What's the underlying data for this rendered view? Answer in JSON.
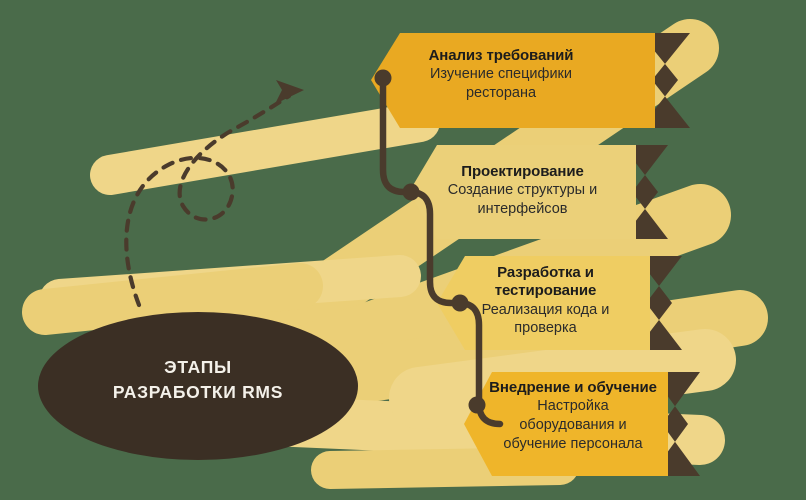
{
  "diagram": {
    "title": "ЭТАПЫ РАЗРАБОТКИ RMS",
    "hub": {
      "line1": "ЭТАПЫ",
      "line2": "РАЗРАБОТКИ RMS"
    },
    "arrow": {
      "name": "dashed-loop-arrow"
    },
    "steps": [
      {
        "index": 1,
        "title": "Анализ требований",
        "desc_line1": "Изучение специфики",
        "desc_line2": "ресторана",
        "fill": "#E9A922",
        "tail": "#4A3B2C"
      },
      {
        "index": 2,
        "title": "Проектирование",
        "desc_line1": "Создание структуры и",
        "desc_line2": "интерфейсов",
        "fill": "#EBD079",
        "tail": "#4A3B2C"
      },
      {
        "index": 3,
        "title": "Разработка и",
        "title_line2": "тестирование",
        "desc_line1": "Реализация кода и",
        "desc_line2": "проверка",
        "fill": "#EFCD62",
        "tail": "#4A3B2C"
      },
      {
        "index": 4,
        "title": "Внедрение и обучение",
        "desc_line1": "Настройка",
        "desc_line2": "оборудования и",
        "desc_line3": "обучение персонала",
        "fill": "#EFB52A",
        "tail": "#4A3B2C"
      }
    ],
    "colors": {
      "background": "#4a6b4a",
      "ribbon": "#EBCF77",
      "ribbon_light": "#EFD689",
      "hub_fill": "#3B2F24",
      "connector": "#4A3B2C",
      "text_dark": "#1c1c1c",
      "text_light": "#f4f1ea"
    }
  }
}
